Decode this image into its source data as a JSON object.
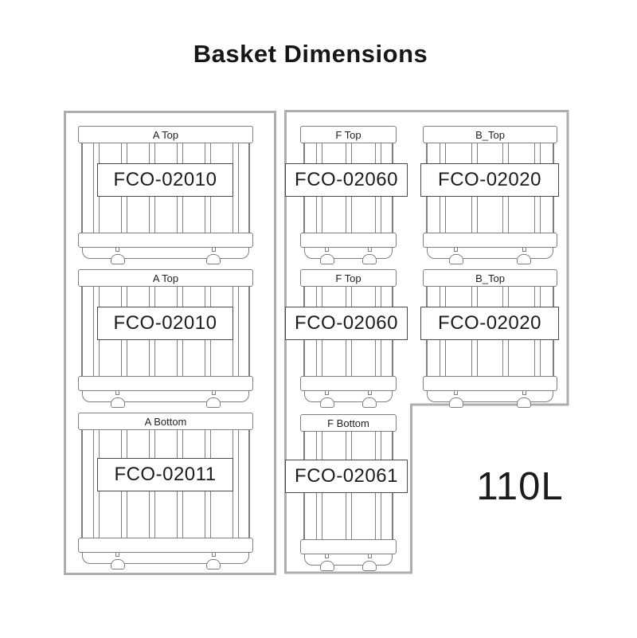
{
  "page": {
    "title": "Basket Dimensions",
    "capacity_label": "110L"
  },
  "colors": {
    "panel_border": "#aeaeae",
    "line_art": "#7f7f7f",
    "band_border": "#4a4a4a",
    "text": "#161616"
  },
  "panels": {
    "left": {
      "baskets": [
        {
          "type": "A",
          "top_label": "A Top",
          "part": "FCO-02010"
        },
        {
          "type": "A",
          "top_label": "A Top",
          "part": "FCO-02010"
        },
        {
          "type": "A",
          "top_label": "A Bottom",
          "part": "FCO-02011"
        }
      ]
    },
    "right": {
      "baskets": [
        {
          "type": "F",
          "top_label": "F Top",
          "part": "FCO-02060"
        },
        {
          "type": "B",
          "top_label": "B_Top",
          "part": "FCO-02020"
        },
        {
          "type": "F",
          "top_label": "F Top",
          "part": "FCO-02060"
        },
        {
          "type": "B",
          "top_label": "B_Top",
          "part": "FCO-02020"
        },
        {
          "type": "F",
          "top_label": "F Bottom",
          "part": "FCO-02061"
        }
      ]
    }
  }
}
